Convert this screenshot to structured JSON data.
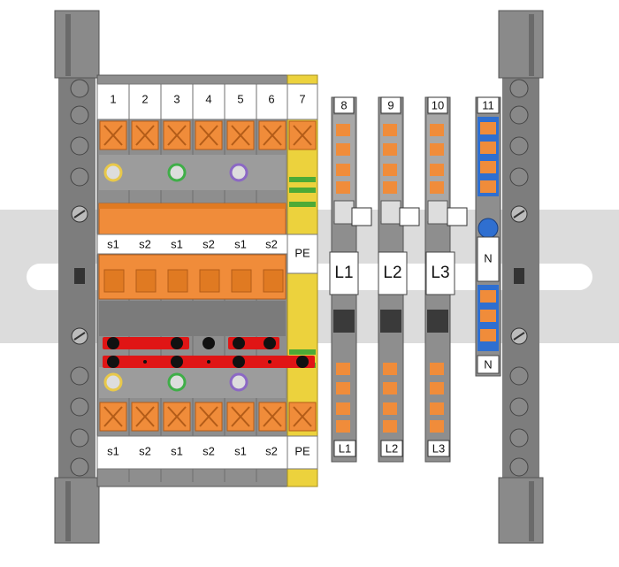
{
  "top_numbers": [
    "1",
    "2",
    "3",
    "4",
    "5",
    "6",
    "7",
    "8",
    "9",
    "10",
    "11"
  ],
  "mid_labels": [
    "s1",
    "s2",
    "s1",
    "s2",
    "s1",
    "s2",
    "PE"
  ],
  "bottom_labels": [
    "s1",
    "s2",
    "s1",
    "s2",
    "s1",
    "s2",
    "PE"
  ],
  "phase_labels": [
    "L1",
    "L2",
    "L3"
  ],
  "phase_bottom_labels": [
    "L1",
    "L2",
    "L3"
  ],
  "neutral_labels": [
    "N",
    "N"
  ],
  "colors": {
    "din_rail": "#dcdcdc",
    "end_bracket": "#7d7d7d",
    "terminal_body": "#8e8e8e",
    "lever_orange": "#f08c3a",
    "pe_yellow": "#ecd23d",
    "pe_green": "#4daa36",
    "bridge_red": "#e01515",
    "neutral_blue": "#2f6fd0"
  },
  "icons": [
    "screw-icon",
    "marker-tag-icon",
    "lever-icon",
    "bridge-icon"
  ]
}
